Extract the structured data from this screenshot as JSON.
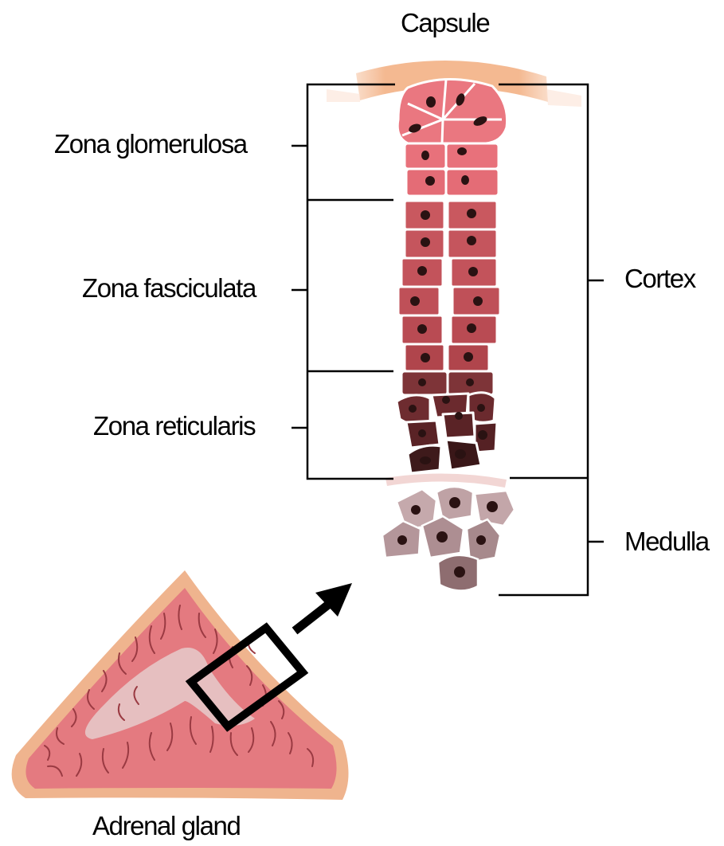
{
  "labels": {
    "capsule": "Capsule",
    "zona_glomerulosa": "Zona glomerulosa",
    "zona_fasciculata": "Zona fasciculata",
    "zona_reticularis": "Zona reticularis",
    "cortex": "Cortex",
    "medulla": "Medulla",
    "adrenal_gland": "Adrenal gland"
  },
  "colors": {
    "capsule": "#f4b991",
    "glomerulosa": "#e8727c",
    "fasciculata": "#c9585f",
    "reticularis_top": "#8a3a3d",
    "reticularis_bottom": "#3e1a1b",
    "medulla": "#b89a9d",
    "nucleus": "#2a1212",
    "gland_fill": "#e47a80",
    "gland_border": "#efb48e",
    "gland_center": "#e5c6c7",
    "bracket": "#000000"
  }
}
